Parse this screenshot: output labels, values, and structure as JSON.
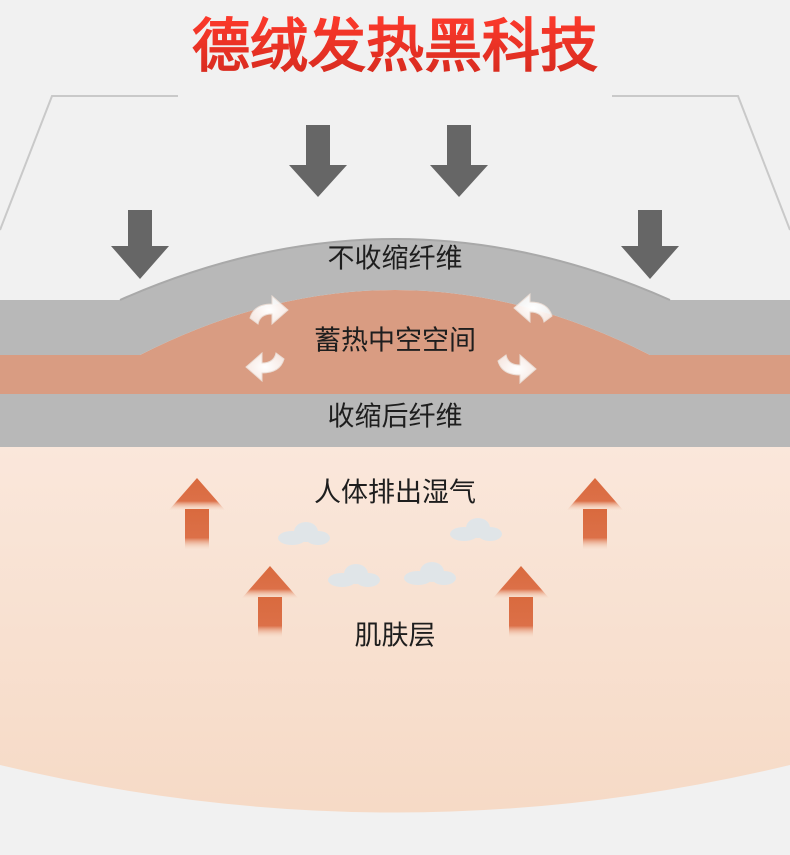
{
  "title": "德绒发热黑科技",
  "labels": {
    "outer_fiber": "不收缩纤维",
    "heat_space": "蓄热中空空间",
    "inner_fiber": "收缩后纤维",
    "moisture": "人体排出湿气",
    "skin": "肌肤层"
  },
  "icons": {
    "pressure_arrows": "down-arrow-icon",
    "heat_arrows": "up-arrow-icon",
    "circulation": "swirl-arrow-icon",
    "vapor": "cloud-icon"
  },
  "colors": {
    "title_top": "#ff3a2c",
    "title_bottom": "#d42a1e",
    "fiber_gray": "#b8b8b8",
    "heat_layer": "#d99c82",
    "skin_top": "#fae6da",
    "skin_bottom": "#f7dcc8",
    "down_arrow": "#666666",
    "up_arrow": "#d96a3e"
  }
}
